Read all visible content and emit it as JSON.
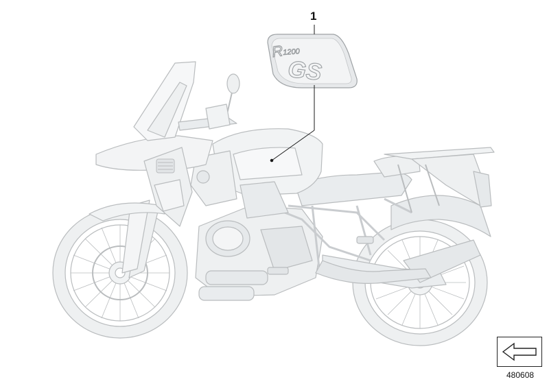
{
  "diagram": {
    "callout_number": "1",
    "diagram_number": "480608",
    "decal_text": "R1200 GS",
    "nav_icon": "arrow-left-icon"
  },
  "colors": {
    "outline": "#b9bcbe",
    "fill": "#f1f3f4",
    "fill_light": "#f7f8f9",
    "fill_dark": "#e2e5e7",
    "leader": "#1a1a1a"
  }
}
